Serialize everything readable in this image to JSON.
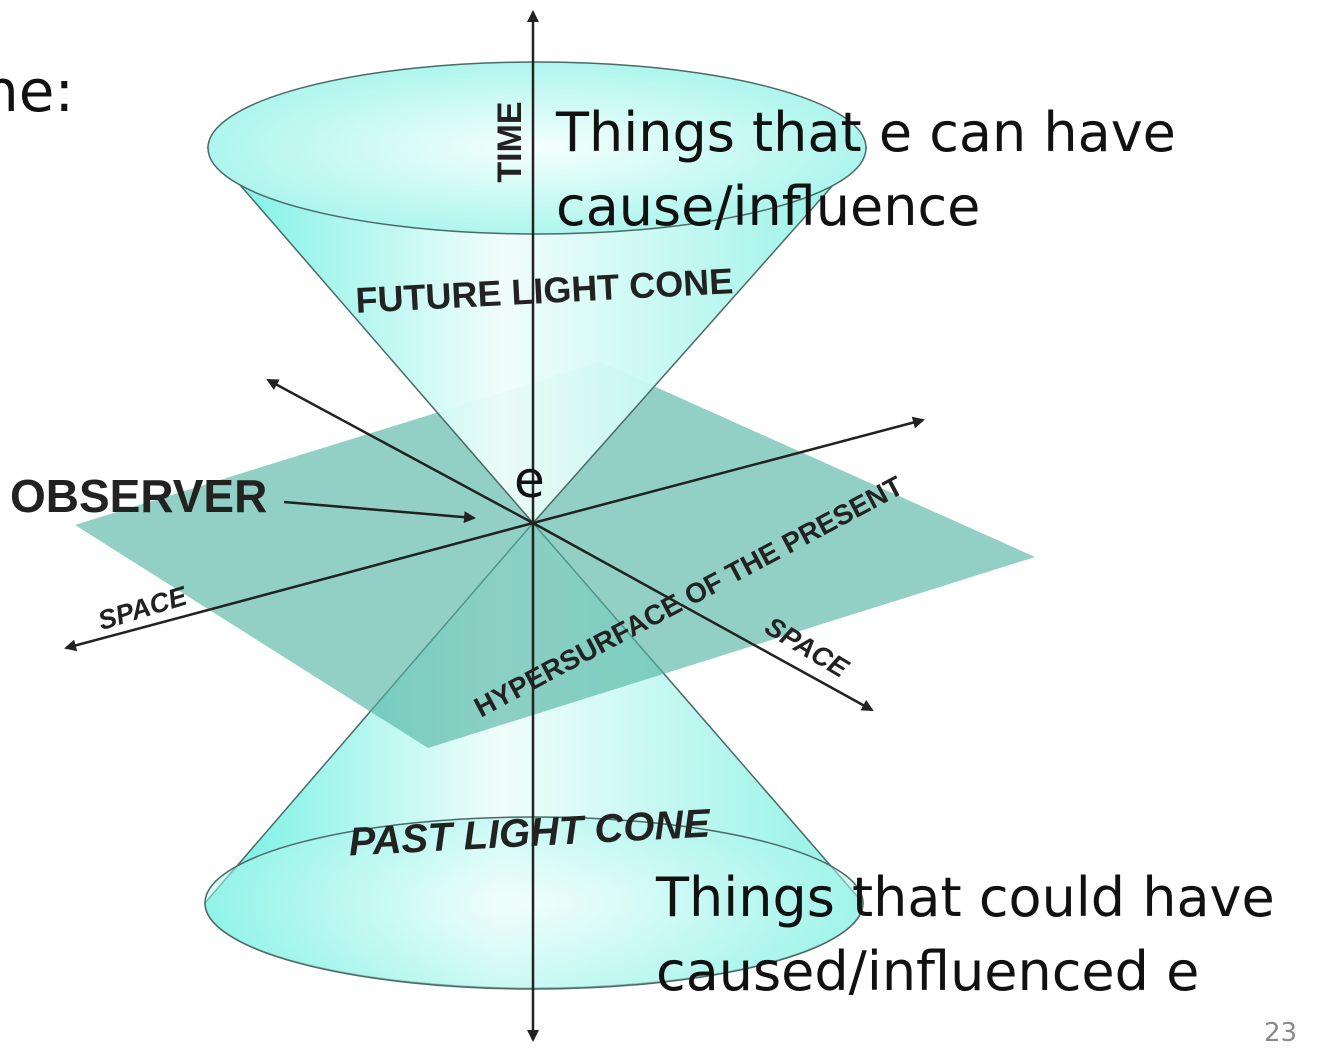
{
  "slide": {
    "title_fragment": "ne:",
    "page_number": "23"
  },
  "diagram": {
    "labels": {
      "time": "TIME",
      "future_light_cone": "FUTURE LIGHT CONE",
      "past_light_cone": "PAST LIGHT CONE",
      "observer": "OBSERVER",
      "space_left": "SPACE",
      "space_right": "SPACE",
      "hypersurface": "HYPERSURFACE OF THE PRESENT"
    },
    "event": "e",
    "annotations": {
      "future": [
        "Things that e can have",
        "cause/influence"
      ],
      "past": [
        "Things that could have",
        "caused/influenced e"
      ]
    },
    "colors": {
      "cone_fill": "#7ff2e4",
      "cone_light": "#e6fcf9",
      "plane_fill": "#59b8a8",
      "axis": "#222222"
    }
  }
}
